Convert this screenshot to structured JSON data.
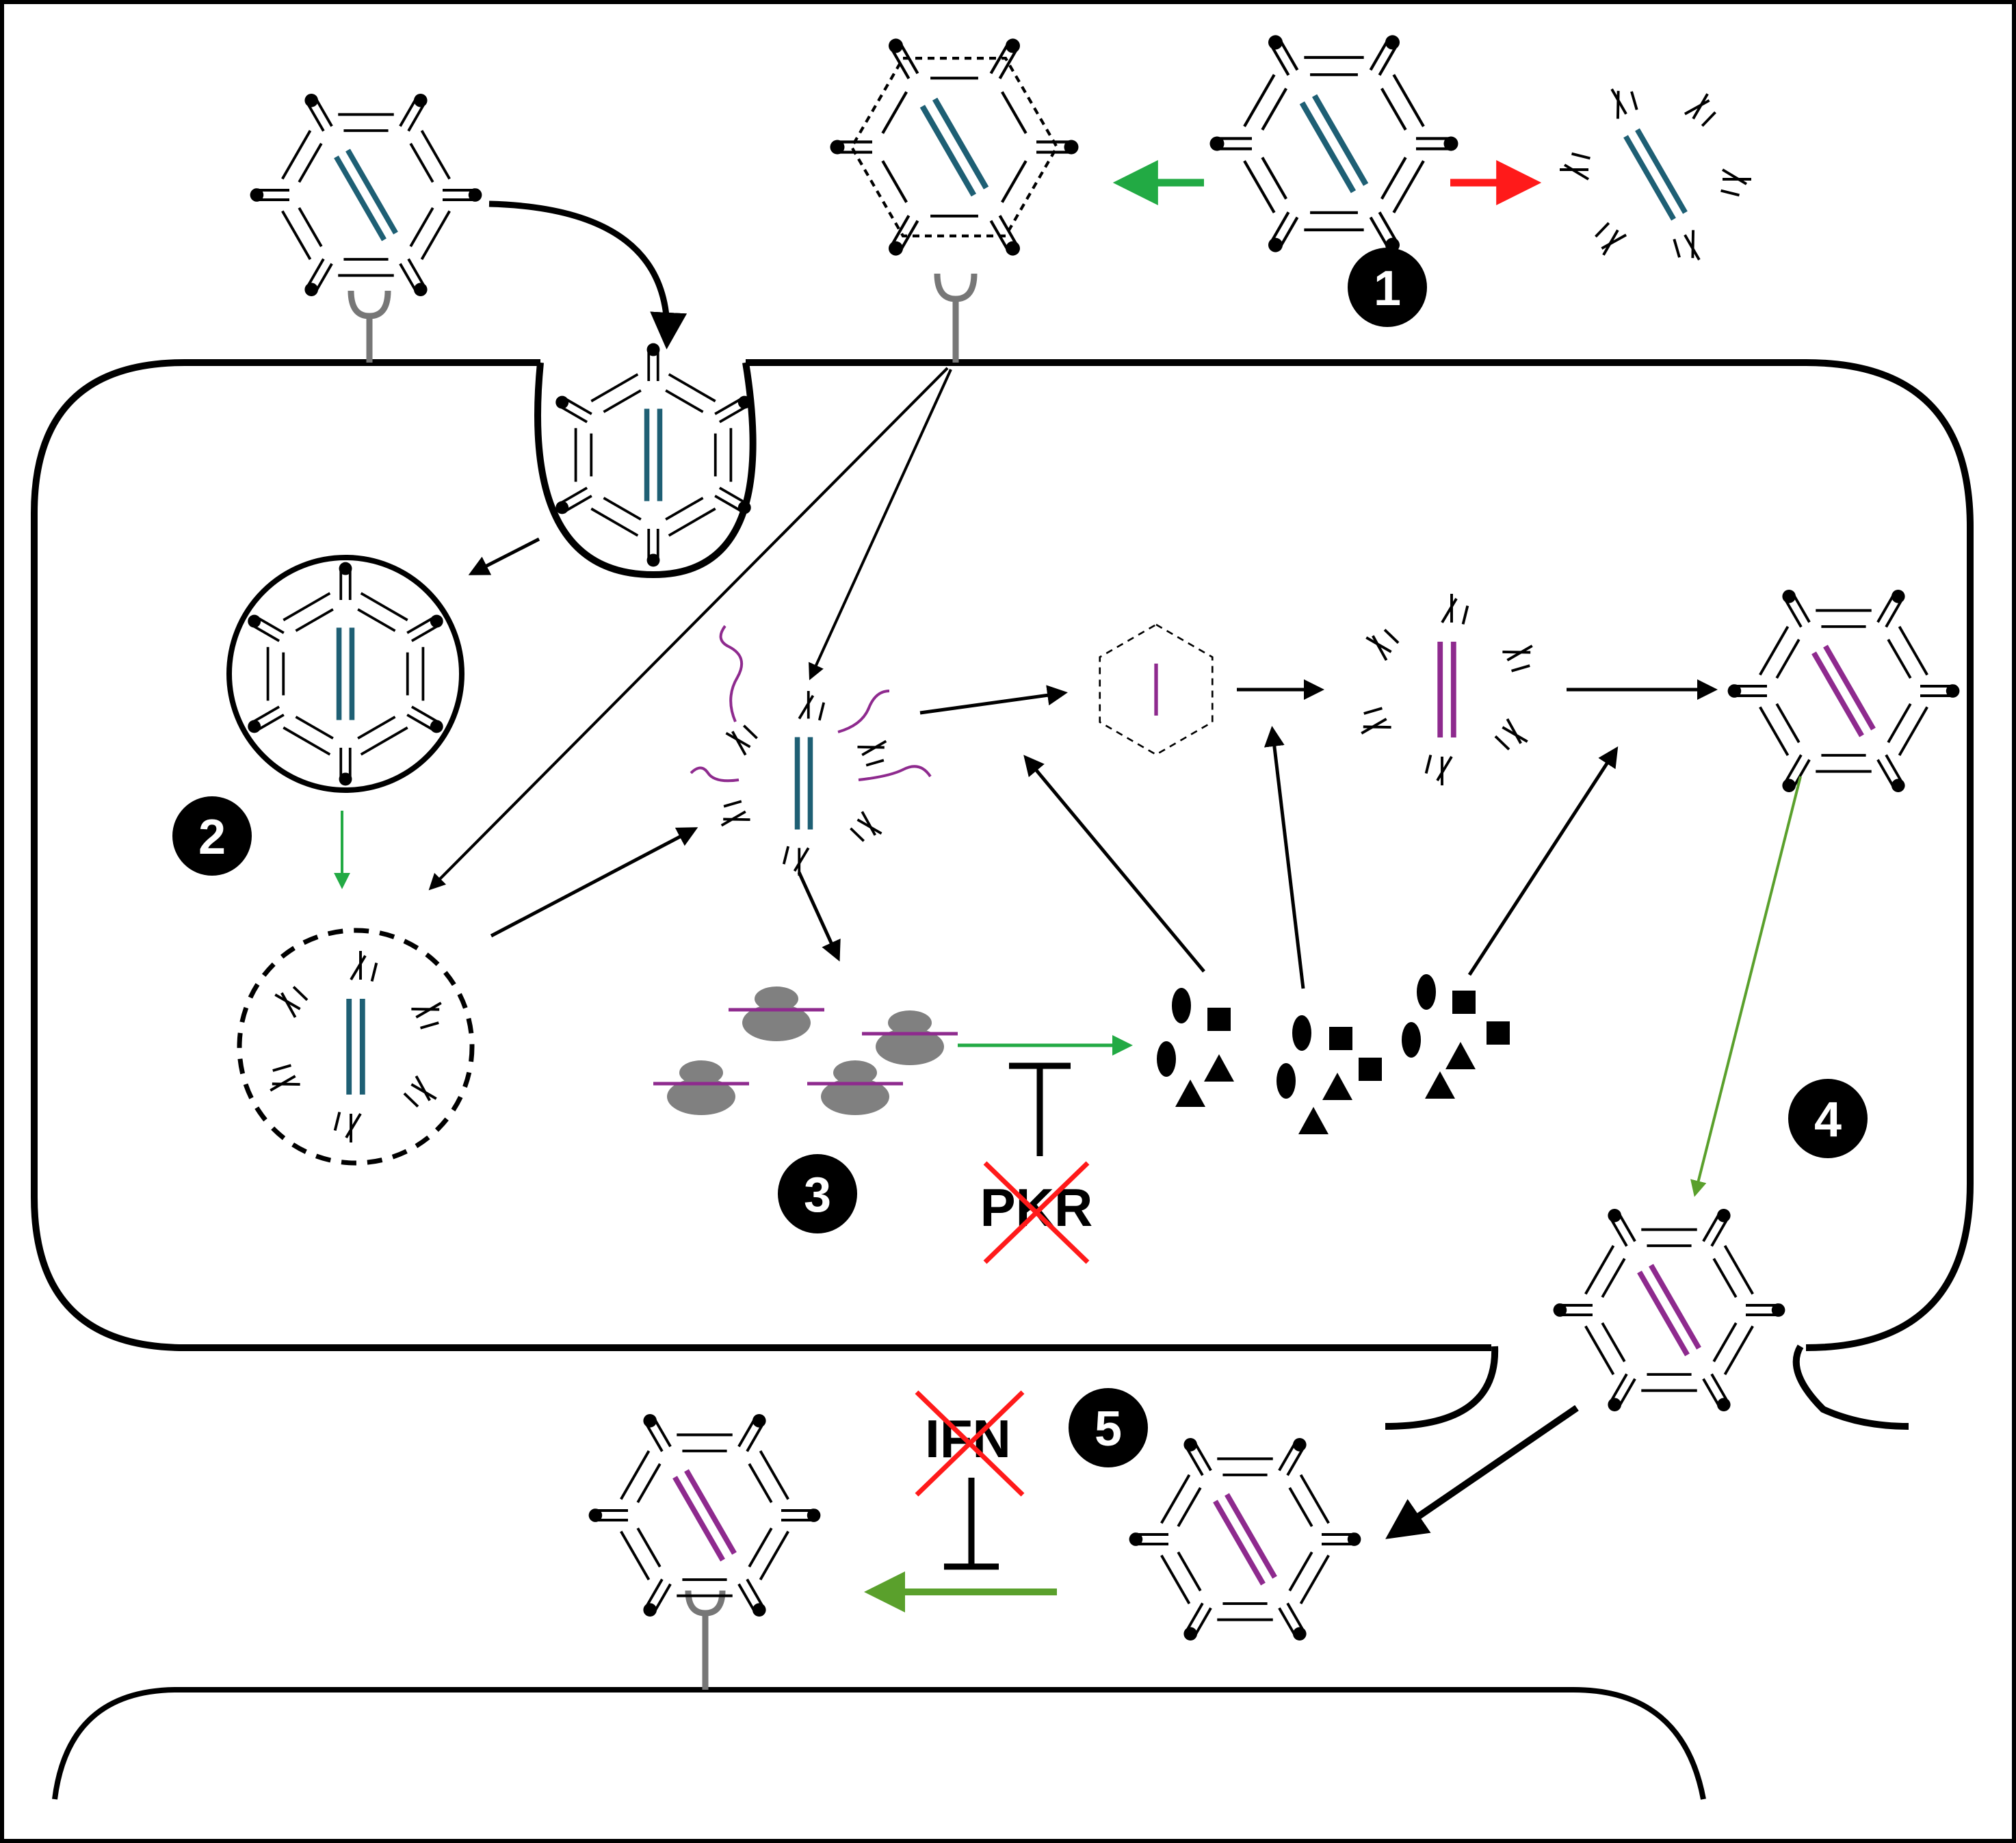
{
  "colors": {
    "genome_parental": "#1e5f74",
    "genome_progeny": "#8e2a8e",
    "arrow_green": "#22aa44",
    "arrow_olive": "#5aa02c",
    "arrow_red": "#ff1a1a",
    "cross_red": "#ff1a1a",
    "receptor_gray": "#777777",
    "ribosome_gray": "#808080"
  },
  "steps": [
    {
      "label": "1"
    },
    {
      "label": "2"
    },
    {
      "label": "3"
    },
    {
      "label": "4"
    },
    {
      "label": "5"
    }
  ],
  "inhibitors": {
    "pkr": {
      "label": "PKR",
      "crossed_out": true
    },
    "ifn": {
      "label": "IFN",
      "crossed_out": true
    }
  },
  "icons": {
    "virion": "icosahedral-virion-icon",
    "core": "viral-core-icon",
    "ribosome": "ribosome-icon",
    "protein": "viral-protein-icon",
    "receptor": "receptor-icon"
  }
}
